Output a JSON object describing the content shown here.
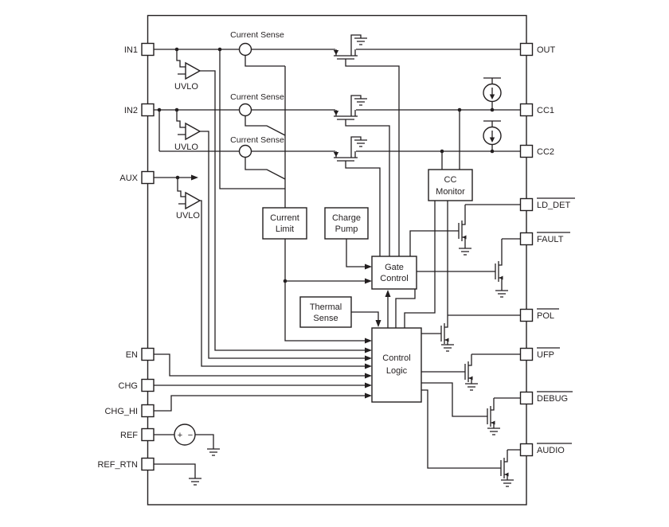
{
  "diagram_type": "ic-functional-block-diagram",
  "colors": {
    "ink": "#231f20",
    "background": "#ffffff"
  },
  "pins": {
    "left": [
      {
        "label": "IN1"
      },
      {
        "label": "IN2"
      },
      {
        "label": "AUX"
      },
      {
        "label": "EN"
      },
      {
        "label": "CHG"
      },
      {
        "label": "CHG_HI"
      },
      {
        "label": "REF"
      },
      {
        "label": "REF_RTN"
      }
    ],
    "right": [
      {
        "label": "OUT",
        "active_low": false
      },
      {
        "label": "CC1",
        "active_low": false
      },
      {
        "label": "CC2",
        "active_low": false
      },
      {
        "label": "LD_DET",
        "active_low": true
      },
      {
        "label": "FAULT",
        "active_low": true
      },
      {
        "label": "POL",
        "active_low": true
      },
      {
        "label": "UFP",
        "active_low": true
      },
      {
        "label": "DEBUG",
        "active_low": true
      },
      {
        "label": "AUDIO",
        "active_low": true
      }
    ]
  },
  "blocks": {
    "current_limit": {
      "l1": "Current",
      "l2": "Limit"
    },
    "charge_pump": {
      "l1": "Charge",
      "l2": "Pump"
    },
    "gate_control": {
      "l1": "Gate",
      "l2": "Control"
    },
    "thermal_sense": {
      "l1": "Thermal",
      "l2": "Sense"
    },
    "control_logic": {
      "l1": "Control",
      "l2": "Logic"
    },
    "cc_monitor": {
      "l1": "CC",
      "l2": "Monitor"
    }
  },
  "annotations": {
    "current_sense_1": "Current Sense",
    "current_sense_2": "Current Sense",
    "current_sense_3": "Current Sense",
    "uvlo_1": "UVLO",
    "uvlo_2": "UVLO",
    "uvlo_3": "UVLO",
    "ref_plus": "+",
    "ref_minus": "−"
  }
}
